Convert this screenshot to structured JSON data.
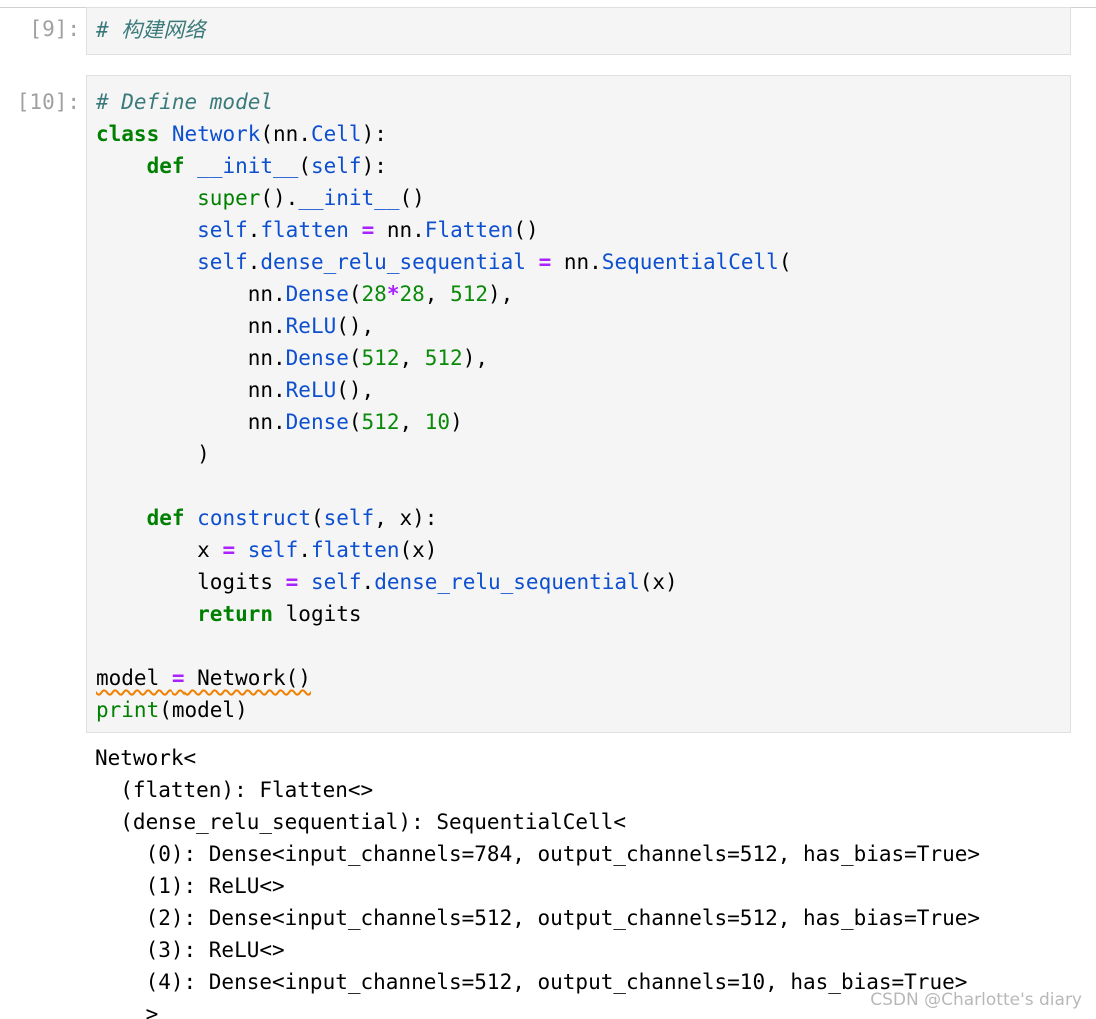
{
  "cells": [
    {
      "prompt": "[9]:",
      "lines": [
        [
          {
            "t": "cm",
            "v": "# 构建网络"
          }
        ]
      ]
    },
    {
      "prompt": "[10]:",
      "lines": [
        [
          {
            "t": "cm",
            "v": "# Define model"
          }
        ],
        [
          {
            "t": "kw",
            "v": "class"
          },
          {
            "t": "pl",
            "v": " "
          },
          {
            "t": "nm",
            "v": "Network"
          },
          {
            "t": "pl",
            "v": "(nn"
          },
          {
            "t": "pl",
            "v": "."
          },
          {
            "t": "nm",
            "v": "Cell"
          },
          {
            "t": "pl",
            "v": "):"
          }
        ],
        [
          {
            "t": "pl",
            "v": "    "
          },
          {
            "t": "kw",
            "v": "def"
          },
          {
            "t": "pl",
            "v": " "
          },
          {
            "t": "nm",
            "v": "__init__"
          },
          {
            "t": "pl",
            "v": "("
          },
          {
            "t": "nm",
            "v": "self"
          },
          {
            "t": "pl",
            "v": "):"
          }
        ],
        [
          {
            "t": "pl",
            "v": "        "
          },
          {
            "t": "bi",
            "v": "super"
          },
          {
            "t": "pl",
            "v": "()."
          },
          {
            "t": "nm",
            "v": "__init__"
          },
          {
            "t": "pl",
            "v": "()"
          }
        ],
        [
          {
            "t": "pl",
            "v": "        "
          },
          {
            "t": "nm",
            "v": "self"
          },
          {
            "t": "pl",
            "v": "."
          },
          {
            "t": "nm",
            "v": "flatten"
          },
          {
            "t": "pl",
            "v": " "
          },
          {
            "t": "op",
            "v": "="
          },
          {
            "t": "pl",
            "v": " nn."
          },
          {
            "t": "nm",
            "v": "Flatten"
          },
          {
            "t": "pl",
            "v": "()"
          }
        ],
        [
          {
            "t": "pl",
            "v": "        "
          },
          {
            "t": "nm",
            "v": "self"
          },
          {
            "t": "pl",
            "v": "."
          },
          {
            "t": "nm",
            "v": "dense_relu_sequential"
          },
          {
            "t": "pl",
            "v": " "
          },
          {
            "t": "op",
            "v": "="
          },
          {
            "t": "pl",
            "v": " nn."
          },
          {
            "t": "nm",
            "v": "SequentialCell"
          },
          {
            "t": "pl",
            "v": "("
          }
        ],
        [
          {
            "t": "pl",
            "v": "            nn."
          },
          {
            "t": "nm",
            "v": "Dense"
          },
          {
            "t": "pl",
            "v": "("
          },
          {
            "t": "nu",
            "v": "28"
          },
          {
            "t": "op",
            "v": "*"
          },
          {
            "t": "nu",
            "v": "28"
          },
          {
            "t": "pl",
            "v": ", "
          },
          {
            "t": "nu",
            "v": "512"
          },
          {
            "t": "pl",
            "v": "),"
          }
        ],
        [
          {
            "t": "pl",
            "v": "            nn."
          },
          {
            "t": "nm",
            "v": "ReLU"
          },
          {
            "t": "pl",
            "v": "(),"
          }
        ],
        [
          {
            "t": "pl",
            "v": "            nn."
          },
          {
            "t": "nm",
            "v": "Dense"
          },
          {
            "t": "pl",
            "v": "("
          },
          {
            "t": "nu",
            "v": "512"
          },
          {
            "t": "pl",
            "v": ", "
          },
          {
            "t": "nu",
            "v": "512"
          },
          {
            "t": "pl",
            "v": "),"
          }
        ],
        [
          {
            "t": "pl",
            "v": "            nn."
          },
          {
            "t": "nm",
            "v": "ReLU"
          },
          {
            "t": "pl",
            "v": "(),"
          }
        ],
        [
          {
            "t": "pl",
            "v": "            nn."
          },
          {
            "t": "nm",
            "v": "Dense"
          },
          {
            "t": "pl",
            "v": "("
          },
          {
            "t": "nu",
            "v": "512"
          },
          {
            "t": "pl",
            "v": ", "
          },
          {
            "t": "nu",
            "v": "10"
          },
          {
            "t": "pl",
            "v": ")"
          }
        ],
        [
          {
            "t": "pl",
            "v": "        )"
          }
        ],
        [
          {
            "t": "pl",
            "v": ""
          }
        ],
        [
          {
            "t": "pl",
            "v": "    "
          },
          {
            "t": "kw",
            "v": "def"
          },
          {
            "t": "pl",
            "v": " "
          },
          {
            "t": "nm",
            "v": "construct"
          },
          {
            "t": "pl",
            "v": "("
          },
          {
            "t": "nm",
            "v": "self"
          },
          {
            "t": "pl",
            "v": ", x):"
          }
        ],
        [
          {
            "t": "pl",
            "v": "        x "
          },
          {
            "t": "op",
            "v": "="
          },
          {
            "t": "pl",
            "v": " "
          },
          {
            "t": "nm",
            "v": "self"
          },
          {
            "t": "pl",
            "v": "."
          },
          {
            "t": "nm",
            "v": "flatten"
          },
          {
            "t": "pl",
            "v": "(x)"
          }
        ],
        [
          {
            "t": "pl",
            "v": "        logits "
          },
          {
            "t": "op",
            "v": "="
          },
          {
            "t": "pl",
            "v": " "
          },
          {
            "t": "nm",
            "v": "self"
          },
          {
            "t": "pl",
            "v": "."
          },
          {
            "t": "nm",
            "v": "dense_relu_sequential"
          },
          {
            "t": "pl",
            "v": "(x)"
          }
        ],
        [
          {
            "t": "pl",
            "v": "        "
          },
          {
            "t": "kw",
            "v": "return"
          },
          {
            "t": "pl",
            "v": " logits"
          }
        ],
        [
          {
            "t": "pl",
            "v": ""
          }
        ],
        [
          {
            "t": "pl",
            "v": "model "
          },
          {
            "t": "op",
            "v": "="
          },
          {
            "t": "pl",
            "v": " Network()"
          }
        ],
        [
          {
            "t": "bi",
            "v": "print"
          },
          {
            "t": "pl",
            "v": "(model)"
          }
        ]
      ]
    }
  ],
  "output": {
    "lines": [
      "Network<",
      "  (flatten): Flatten<>",
      "  (dense_relu_sequential): SequentialCell<",
      "    (0): Dense<input_channels=784, output_channels=512, has_bias=True>",
      "    (1): ReLU<>",
      "    (2): Dense<input_channels=512, output_channels=512, has_bias=True>",
      "    (3): ReLU<>",
      "    (4): Dense<input_channels=512, output_channels=10, has_bias=True>",
      "    >"
    ]
  },
  "watermark": "CSDN @Charlotte's diary"
}
